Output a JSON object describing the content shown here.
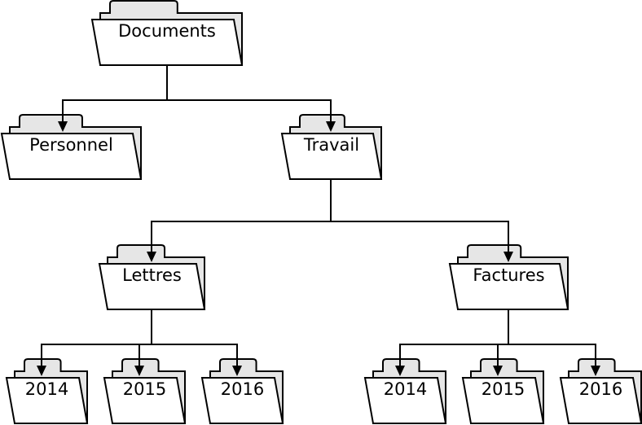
{
  "diagram": {
    "nodes": [
      {
        "id": "documents",
        "label": "Documents"
      },
      {
        "id": "personnel",
        "label": "Personnel"
      },
      {
        "id": "travail",
        "label": "Travail"
      },
      {
        "id": "lettres",
        "label": "Lettres"
      },
      {
        "id": "factures",
        "label": "Factures"
      },
      {
        "id": "lettres-2014",
        "label": "2014"
      },
      {
        "id": "lettres-2015",
        "label": "2015"
      },
      {
        "id": "lettres-2016",
        "label": "2016"
      },
      {
        "id": "factures-2014",
        "label": "2014"
      },
      {
        "id": "factures-2015",
        "label": "2015"
      },
      {
        "id": "factures-2016",
        "label": "2016"
      }
    ],
    "edges": [
      {
        "from": "documents",
        "to": "personnel"
      },
      {
        "from": "documents",
        "to": "travail"
      },
      {
        "from": "travail",
        "to": "lettres"
      },
      {
        "from": "travail",
        "to": "factures"
      },
      {
        "from": "lettres",
        "to": "lettres-2014"
      },
      {
        "from": "lettres",
        "to": "lettres-2015"
      },
      {
        "from": "lettres",
        "to": "lettres-2016"
      },
      {
        "from": "factures",
        "to": "factures-2014"
      },
      {
        "from": "factures",
        "to": "factures-2015"
      },
      {
        "from": "factures",
        "to": "factures-2016"
      }
    ],
    "colors": {
      "folder_back": "#e6e6e6",
      "folder_front": "#ffffff",
      "stroke": "#000000"
    }
  }
}
